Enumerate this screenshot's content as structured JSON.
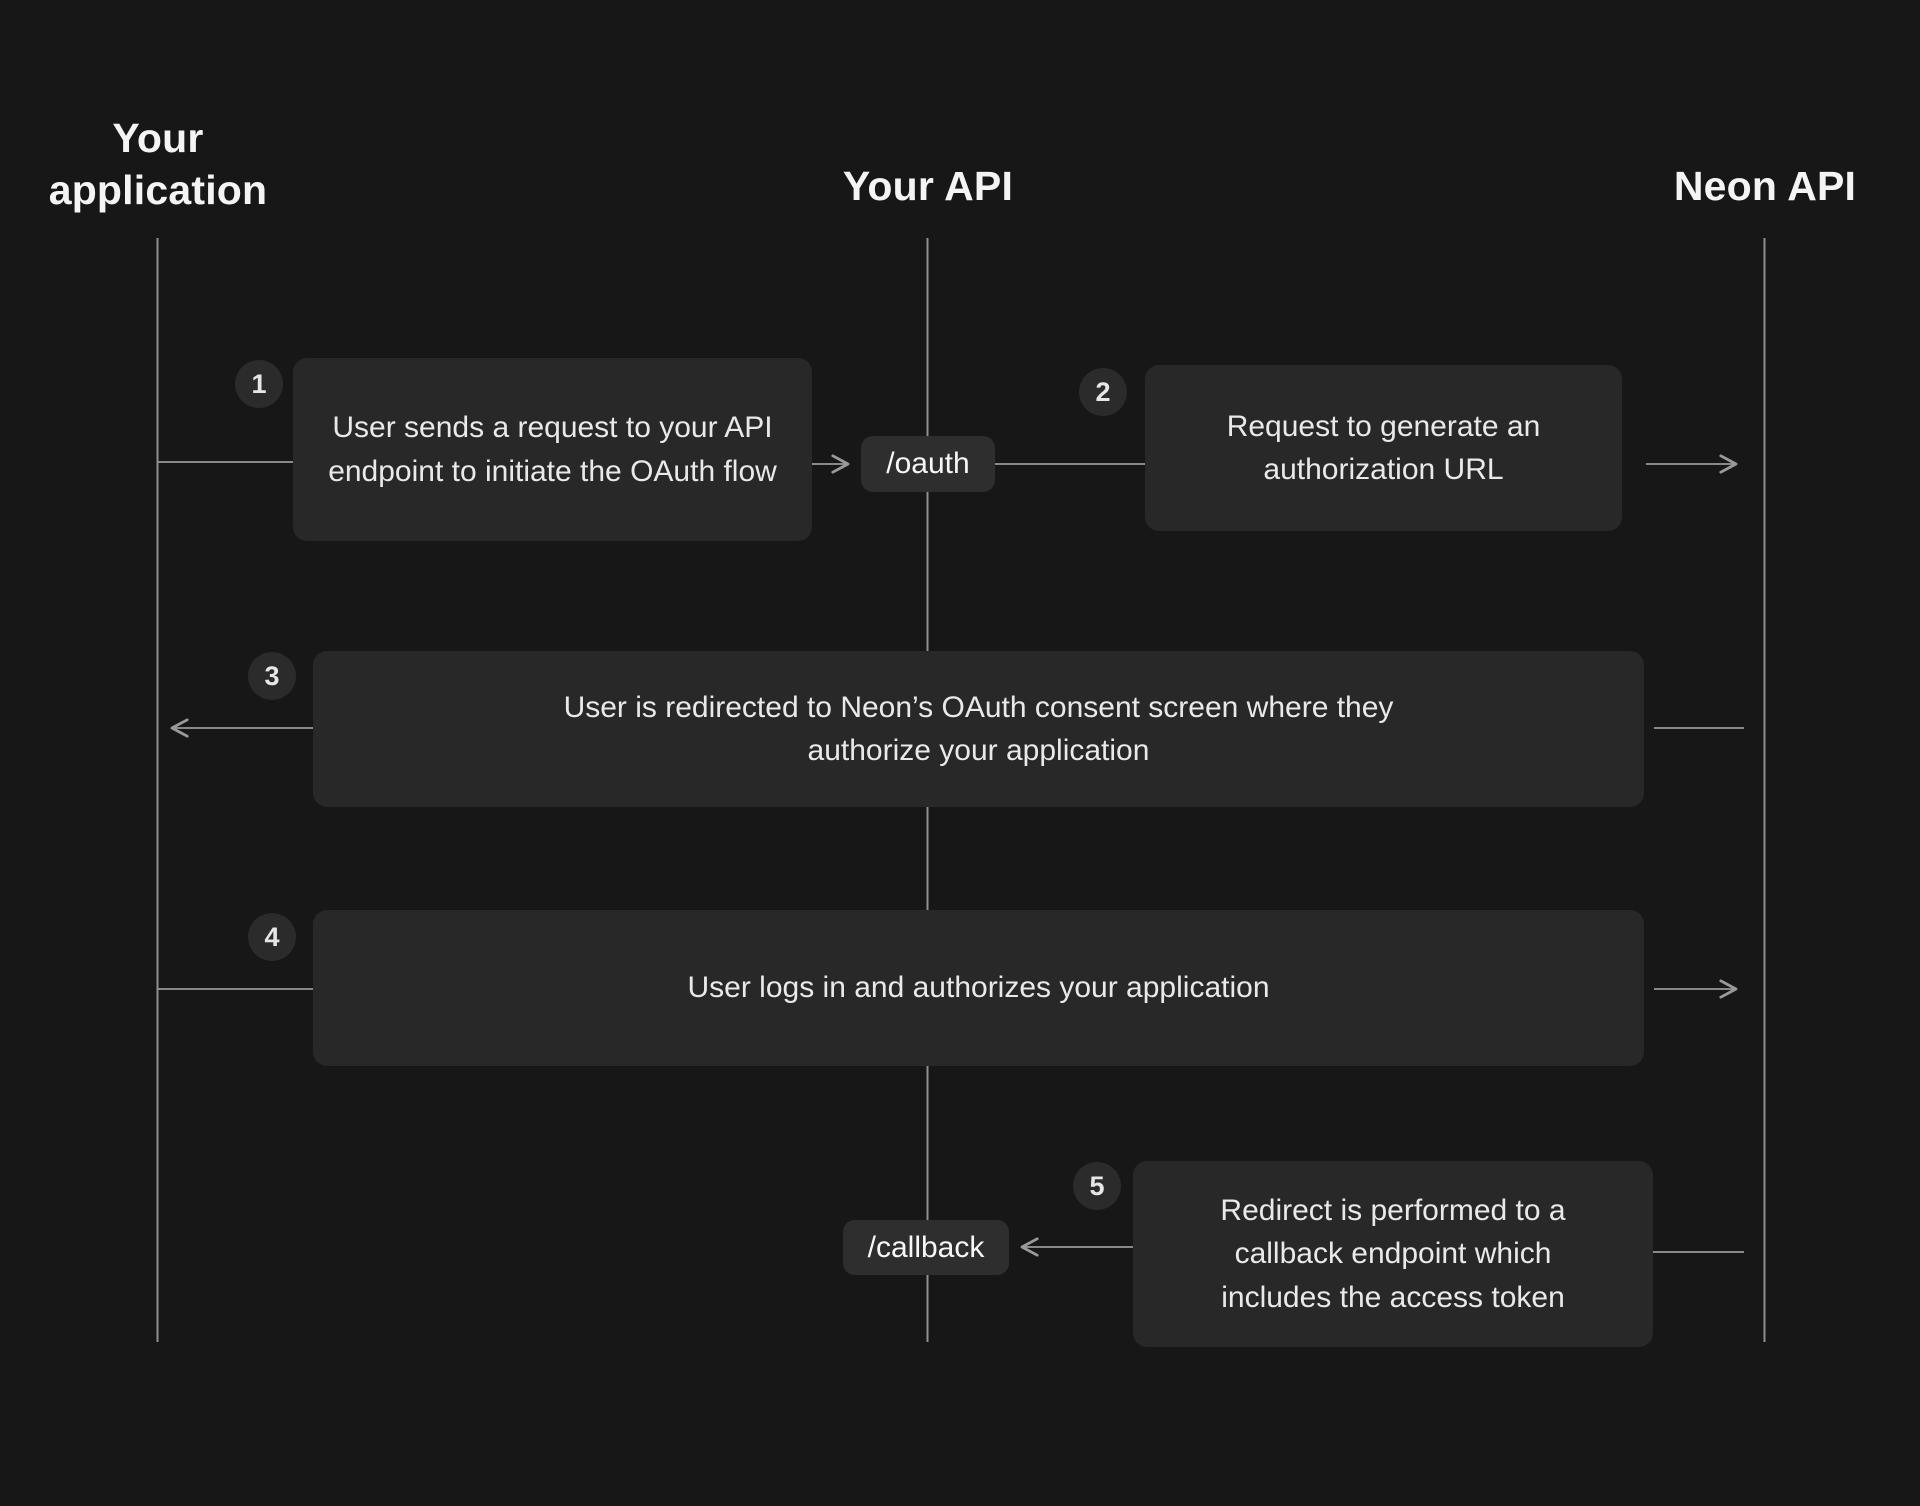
{
  "diagram": {
    "actors": [
      {
        "label": "Your application"
      },
      {
        "label": "Your API"
      },
      {
        "label": "Neon API"
      }
    ],
    "endpoints": [
      {
        "label": "/oauth"
      },
      {
        "label": "/callback"
      }
    ],
    "steps": [
      {
        "number": "1",
        "text": "User sends a request to your API endpoint to initiate the OAuth flow"
      },
      {
        "number": "2",
        "text": "Request to generate an authorization URL"
      },
      {
        "number": "3",
        "text": "User is redirected to Neon’s OAuth consent screen where they authorize your application"
      },
      {
        "number": "4",
        "text": "User logs in and authorizes your application"
      },
      {
        "number": "5",
        "text": "Redirect is performed to a callback endpoint which includes the access token"
      }
    ],
    "colors": {
      "bg": "#171717",
      "box": "#282828",
      "pill": "#2e2e2e",
      "badge": "#2b2b2b",
      "line": "#9a9a9a",
      "lifeline": "#8f8f8f",
      "text": "#e9e9e9",
      "heading": "#f4f4f4",
      "endpoint_text": "#f7f7f7",
      "badge_text": "#e6e6e6"
    }
  }
}
